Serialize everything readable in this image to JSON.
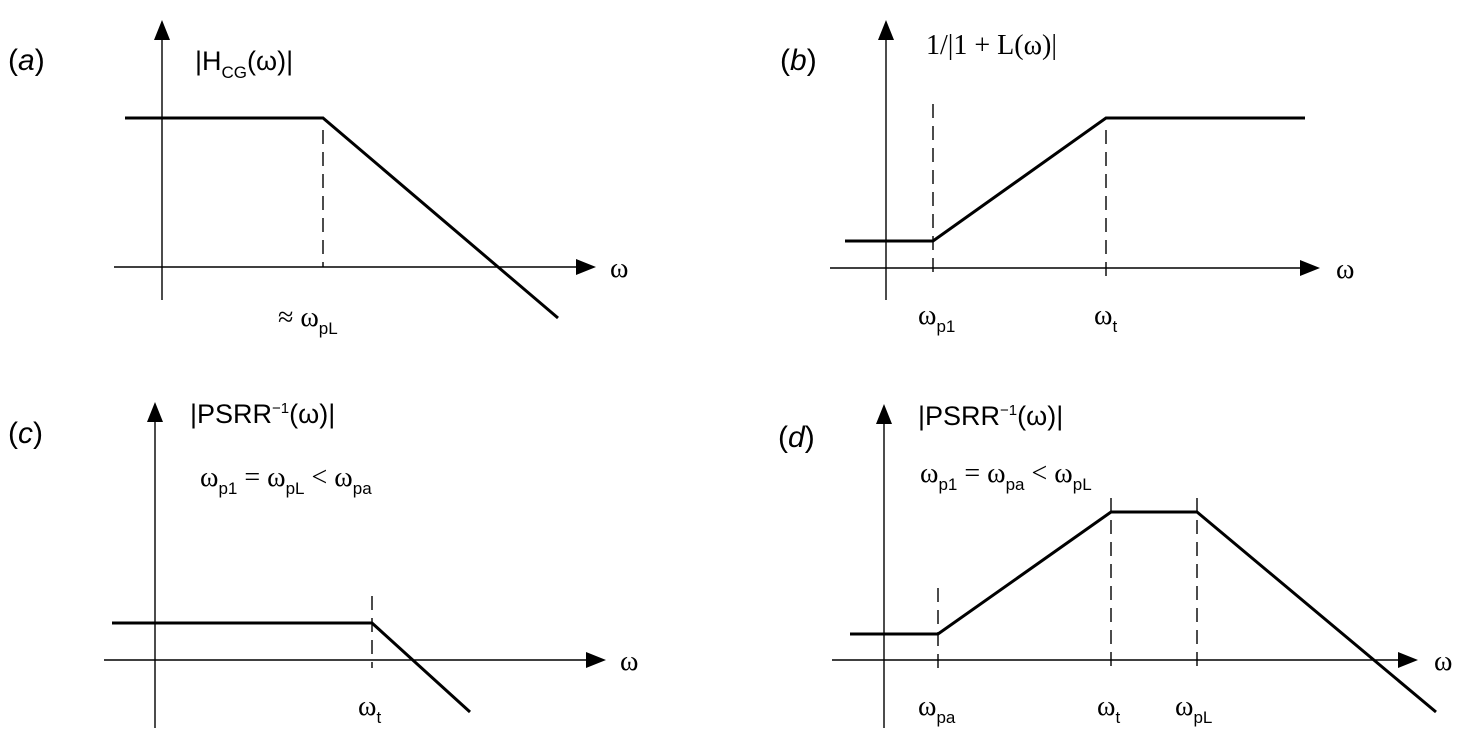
{
  "panels": {
    "a": {
      "letter": "a",
      "y_label": {
        "open": "|H",
        "sub": "CG",
        "close": "(ω)|"
      },
      "x_axis_symbol": "ω",
      "tick_label": {
        "main": "≈ ω",
        "sub": "pL"
      }
    },
    "b": {
      "letter": "b",
      "y_label": {
        "text": "1/|1 + L(ω)|"
      },
      "x_axis_symbol": "ω",
      "tick_1": {
        "main": "ω",
        "sub": "p1"
      },
      "tick_2": {
        "main": "ω",
        "sub": "t"
      }
    },
    "c": {
      "letter": "c",
      "y_label": {
        "open": "|PSRR",
        "sup": "−1",
        "close": "(ω)|"
      },
      "condition": {
        "w1": "ω",
        "s1": "p1",
        "op1": " = ω",
        "s2": "pL",
        "op2": " < ω",
        "s3": "pa"
      },
      "x_axis_symbol": "ω",
      "tick_1": {
        "main": "ω",
        "sub": "t"
      }
    },
    "d": {
      "letter": "d",
      "y_label": {
        "open": "|PSRR",
        "sup": "−1",
        "close": "(ω)|"
      },
      "condition": {
        "w1": "ω",
        "s1": "p1",
        "op1": " = ω",
        "s2": "pa",
        "op2": " < ω",
        "s3": "pL"
      },
      "x_axis_symbol": "ω",
      "tick_1": {
        "main": "ω",
        "sub": "pa"
      },
      "tick_2": {
        "main": "ω",
        "sub": "t"
      },
      "tick_3": {
        "main": "ω",
        "sub": "pL"
      }
    }
  }
}
